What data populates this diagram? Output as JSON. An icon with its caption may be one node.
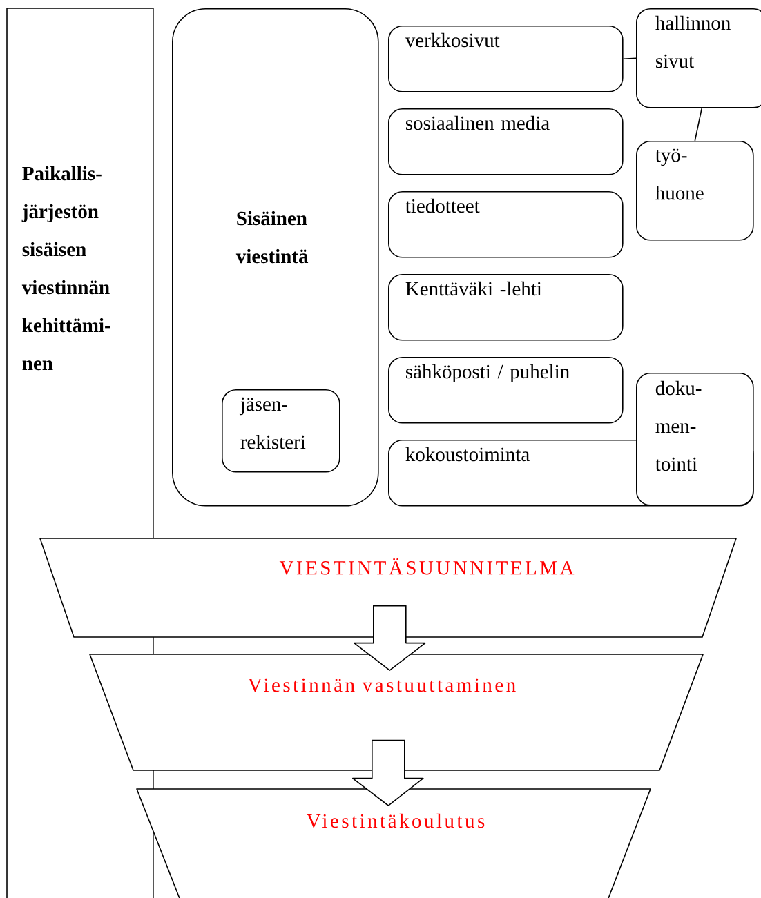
{
  "diagram": {
    "nodes": [
      {
        "text": [
          "Paikallis- järjestön sisäisen viestinnän kehittämi- nen"
        ]
      },
      {
        "text": [
          "Sisäinen viestintä"
        ]
      },
      {
        "text": [
          "jäsen- rekisteri"
        ],
        "in": 1
      },
      {
        "text": [
          "verkkosivut"
        ]
      },
      {
        "text": [
          "sosiaalinen media"
        ]
      },
      {
        "text": [
          "tiedotteet"
        ]
      },
      {
        "text": [
          "Kenttäväki -lehti"
        ]
      },
      {
        "text": [
          "sähköposti / puhelin"
        ]
      },
      {
        "text": [
          "kokoustoiminta"
        ]
      },
      {
        "text": [
          "hallinnon sivut"
        ]
      },
      {
        "text": [
          "työ- huone"
        ]
      },
      {
        "text": [
          "doku- men- tointi"
        ]
      },
      {
        "text": [
          "VIESTINTÄSUUNNITELMA"
        ]
      },
      {
        "text": [
          "Viestinnän vastuuttaminen"
        ]
      },
      {
        "text": [
          "Viestintäkoulutus"
        ]
      }
    ],
    "edges": [
      {
        "from": 3,
        "to": 9,
        "arrow": "none"
      },
      {
        "from": 9,
        "to": 10,
        "arrow": "none"
      },
      {
        "from": 12,
        "to": 13,
        "arrow": "to"
      },
      {
        "from": 13,
        "to": 14,
        "arrow": "to"
      }
    ]
  }
}
